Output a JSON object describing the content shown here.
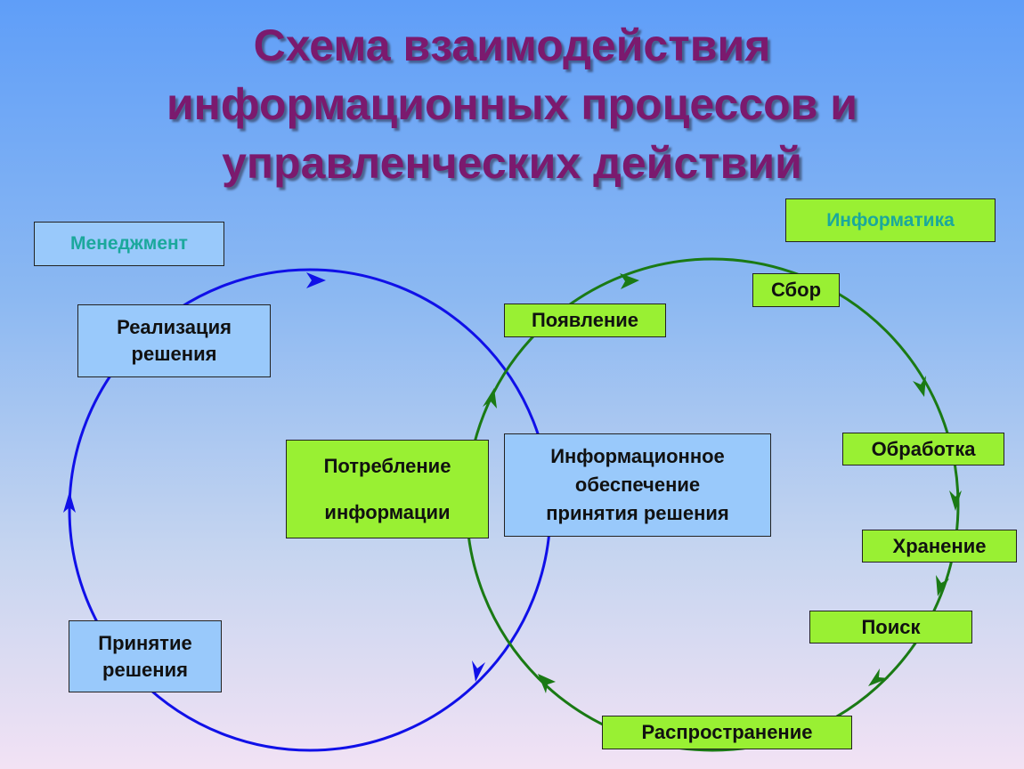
{
  "title": {
    "line1": "Схема взаимодействия",
    "line2": "информационных процессов и",
    "line3": "управленческих действий"
  },
  "management": {
    "label": "Менеджмент",
    "realization": [
      "Реализация",
      "решения"
    ],
    "decision": [
      "Принятие",
      "решения"
    ]
  },
  "informatics": {
    "label": "Информатика",
    "stages": {
      "appearance": "Появление",
      "collection": "Сбор",
      "processing": "Обработка",
      "storage": "Хранение",
      "search": "Поиск",
      "distribution": "Распространение"
    }
  },
  "center": {
    "consumption": [
      "Потребление",
      "информации"
    ],
    "support": [
      "Информационное",
      "обеспечение",
      "принятия решения"
    ]
  },
  "colors": {
    "title": "#7b1a6e",
    "management_circle": "#1010e8",
    "informatics_circle": "#1a7a14",
    "blue_box": "#99c9fb",
    "green_box": "#99f033",
    "category_text": "#1ba89c"
  }
}
